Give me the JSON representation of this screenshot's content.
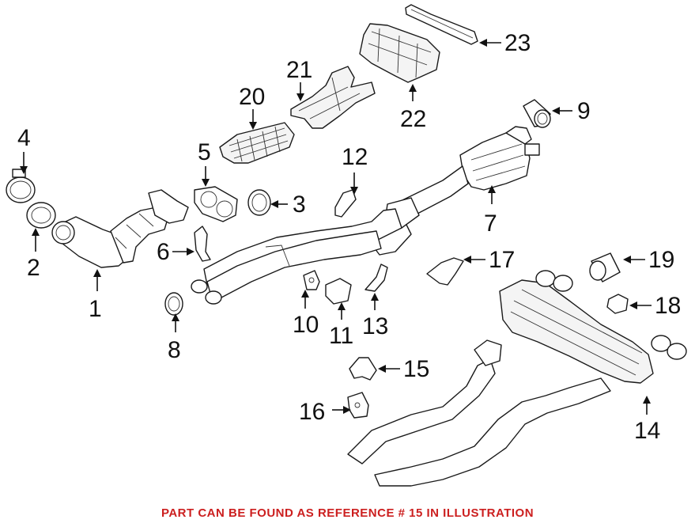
{
  "callouts": {
    "c1": "1",
    "c2": "2",
    "c3": "3",
    "c4": "4",
    "c5": "5",
    "c6": "6",
    "c7": "7",
    "c8": "8",
    "c9": "9",
    "c10": "10",
    "c11": "11",
    "c12": "12",
    "c13": "13",
    "c14": "14",
    "c15": "15",
    "c16": "16",
    "c17": "17",
    "c18": "18",
    "c19": "19",
    "c20": "20",
    "c21": "21",
    "c22": "22",
    "c23": "23"
  },
  "footer_note": "PART CAN BE FOUND AS REFERENCE # 15 IN ILLUSTRATION",
  "colors": {
    "footer_text": "#cc1f1f",
    "line_art": "#1a1a1a",
    "background": "#ffffff"
  }
}
